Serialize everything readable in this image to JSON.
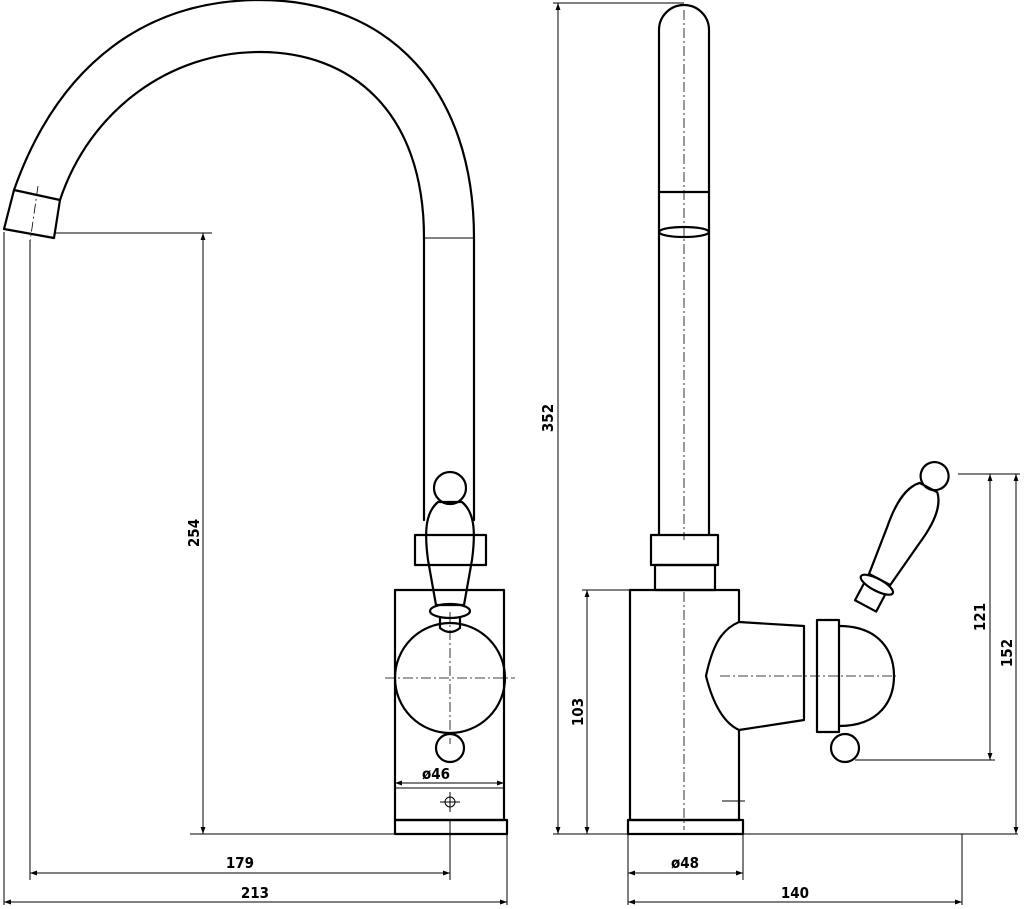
{
  "dimensions": {
    "front_reach": "179",
    "front_width": "213",
    "front_height": "254",
    "front_base_diameter": "ø46",
    "side_total_height": "352",
    "side_body_height": "103",
    "side_base_diameter": "ø48",
    "side_depth": "140",
    "side_handle_low": "121",
    "side_handle_high": "152"
  }
}
